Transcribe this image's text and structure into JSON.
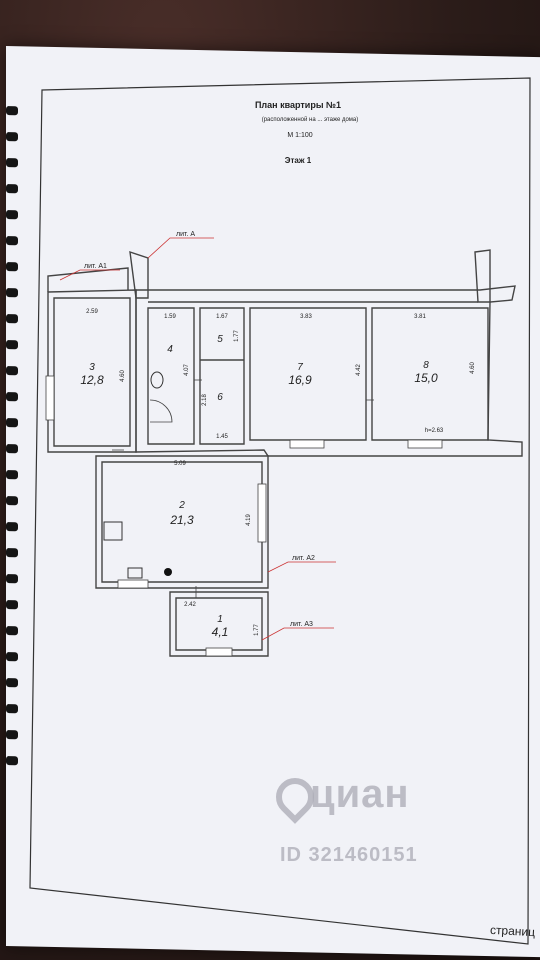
{
  "header": {
    "title": "План квартиры №1",
    "subtitle": "(расположенной на ... этаже дома)",
    "scale": "М 1:100",
    "floor": "Этаж 1"
  },
  "letters": {
    "a": "лит. А",
    "a1": "лит. А1",
    "a2": "лит. А2",
    "a3": "лит. А3"
  },
  "rooms": [
    {
      "num": "1",
      "area": "4,1"
    },
    {
      "num": "2",
      "area": "21,3"
    },
    {
      "num": "3",
      "area": "12,8"
    },
    {
      "num": "4",
      "area": ""
    },
    {
      "num": "5",
      "area": ""
    },
    {
      "num": "6",
      "area": ""
    },
    {
      "num": "7",
      "area": "16,9"
    },
    {
      "num": "8",
      "area": "15,0"
    }
  ],
  "dimensions": {
    "d1": "2.59",
    "d2": "1.59",
    "d3": "1.67",
    "d4": "3.83",
    "d5": "3.81",
    "d6": "5.09",
    "d7": "1.45",
    "d8": "2.42",
    "v1": "4.60",
    "v2": "4.07",
    "v3": "1.77",
    "v4": "2.18",
    "v5": "4.42",
    "v6": "4.60",
    "v7": "4.19",
    "v8": "1.77",
    "height": "h=2.63"
  },
  "watermark": {
    "brand": "циан",
    "id": "ID 321460151"
  },
  "footer": {
    "page_word": "страниц"
  }
}
